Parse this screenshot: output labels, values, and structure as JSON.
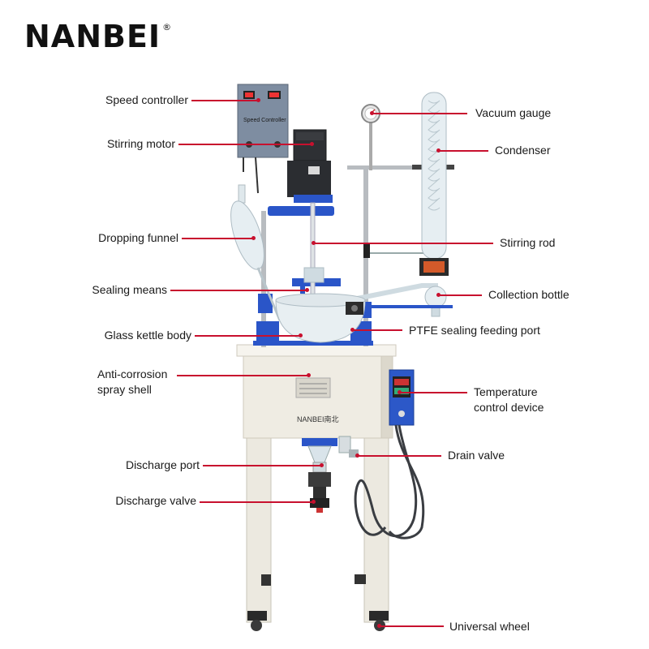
{
  "brand": {
    "name": "NANBEI",
    "mark": "®"
  },
  "machine": {
    "controller_title": "Speed Controller",
    "body_badge": "NANBEI南北"
  },
  "labels": {
    "speed_controller": "Speed controller",
    "stirring_motor": "Stirring motor",
    "dropping_funnel": "Dropping funnel",
    "sealing_means": "Sealing means",
    "glass_kettle_body": "Glass kettle body",
    "anti_corrosion_line1": "Anti-corrosion",
    "anti_corrosion_line2": "spray shell",
    "discharge_port": "Discharge port",
    "discharge_valve": "Discharge valve",
    "vacuum_gauge": "Vacuum gauge",
    "condenser": "Condenser",
    "stirring_rod": "Stirring rod",
    "collection_bottle": "Collection bottle",
    "ptfe_port": "PTFE sealing feeding port",
    "temperature_line1": "Temperature",
    "temperature_line2": "control device",
    "drain_valve": "Drain valve",
    "universal_wheel": "Universal wheel"
  },
  "colors": {
    "leader": "#c8102e",
    "frame_blue": "#2a55c8",
    "cabinet": "#efece3",
    "controller_panel": "#7d8ca0",
    "motor": "#2f3033",
    "glass": "#dfe9ee",
    "hose": "#3a3d42"
  }
}
